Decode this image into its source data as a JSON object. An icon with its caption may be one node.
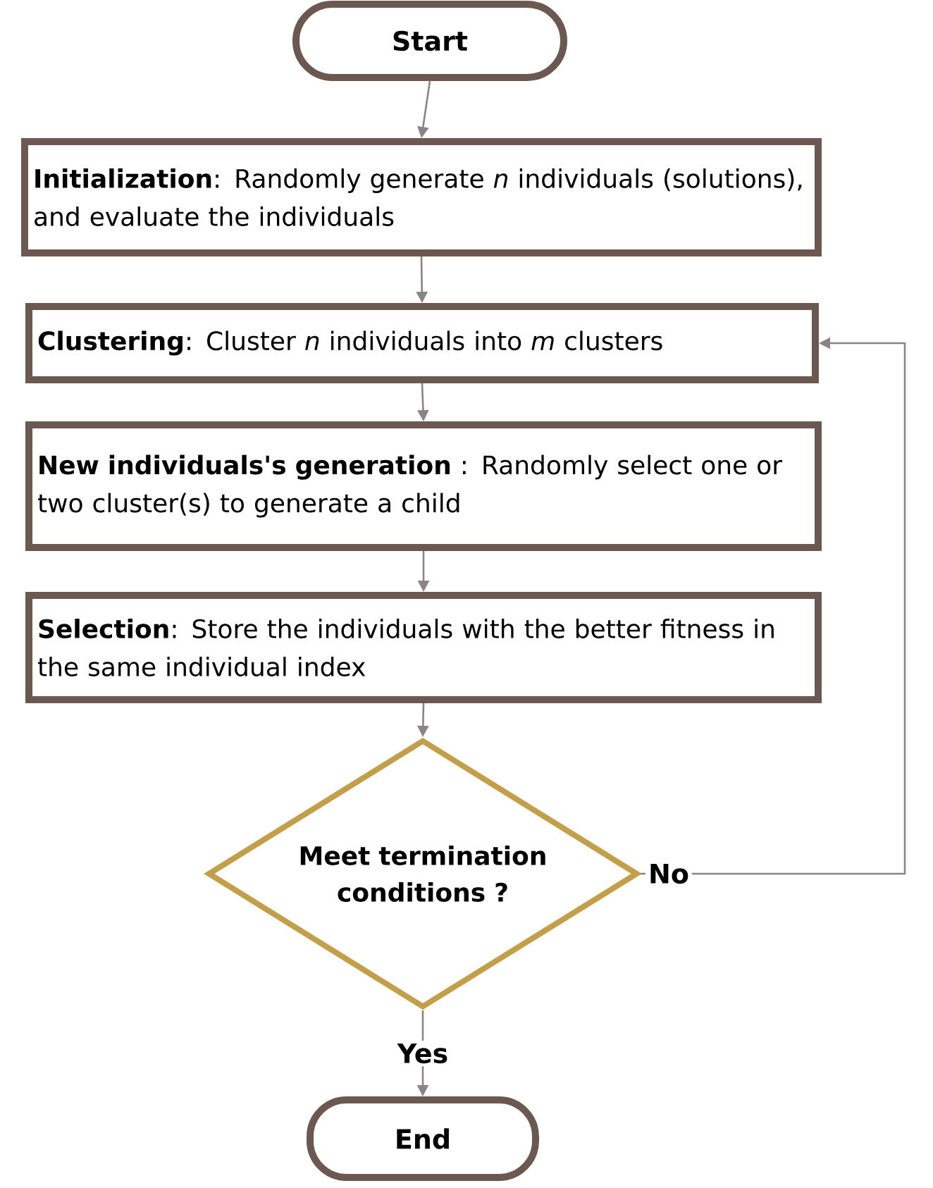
{
  "diagram": {
    "nodes": [
      {
        "text": [
          "Start"
        ]
      },
      {
        "text": [
          "**Initialization**: Randomly generate *n* individuals (solutions), and evaluate the individuals"
        ]
      },
      {
        "text": [
          "**Clustering**: Cluster *n* individuals into *m* clusters"
        ]
      },
      {
        "text": [
          "**New individuals's generation** : Randomly select one or two cluster(s) to generate a child"
        ]
      },
      {
        "text": [
          "**Selection**: Store the individuals with the better fitness in the same individual index"
        ]
      },
      {
        "text": [
          "Meet termination conditions ?"
        ]
      },
      {
        "text": [
          "End"
        ]
      }
    ],
    "edges": [
      {
        "from": 0,
        "to": 1,
        "arrow": "to"
      },
      {
        "from": 1,
        "to": 2,
        "arrow": "to"
      },
      {
        "from": 2,
        "to": 3,
        "arrow": "to"
      },
      {
        "from": 3,
        "to": 4,
        "arrow": "to"
      },
      {
        "from": 4,
        "to": 5,
        "arrow": "to"
      },
      {
        "from": 5,
        "to": 6,
        "label": "Yes",
        "arrow": "to"
      },
      {
        "from": 5,
        "to": 2,
        "label": "No",
        "arrow": "to"
      }
    ]
  }
}
